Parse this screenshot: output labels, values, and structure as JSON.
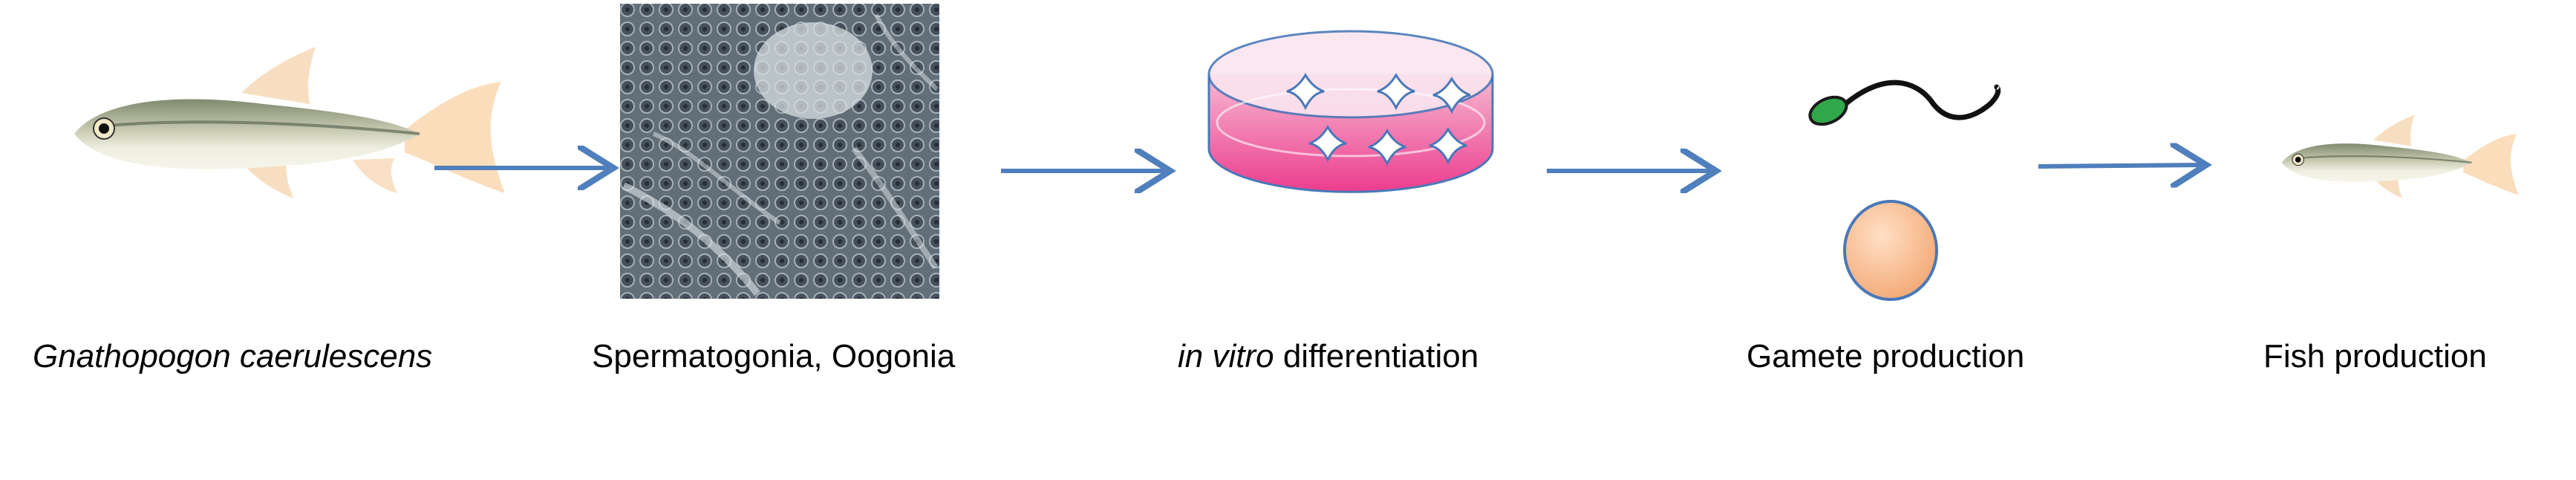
{
  "steps": [
    {
      "label_italic": "Gnathopogon caerulescens",
      "label_plain": ""
    },
    {
      "label_italic": "",
      "label_plain": "Spermatogonia, Oogonia"
    },
    {
      "label_italic": "in vitro",
      "label_plain": " differentiation"
    },
    {
      "label_italic": "",
      "label_plain": "Gamete production"
    },
    {
      "label_italic": "",
      "label_plain": "Fish production"
    }
  ],
  "colors": {
    "arrow": "#4f7fbc",
    "dish_medium": "#ec3d8e",
    "sperm_head": "#2fa84a",
    "egg": "#f7b98c",
    "outline": "#4a78b8"
  }
}
